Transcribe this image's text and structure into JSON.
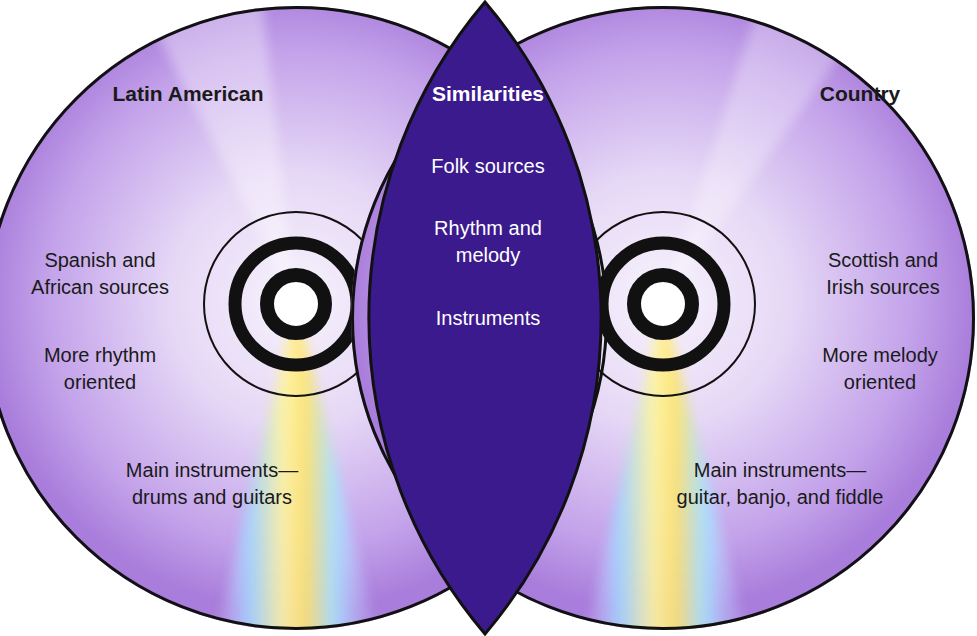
{
  "diagram": {
    "nodes": [
      {
        "text": [
          "Latin American",
          "Spanish and African sources",
          "More rhythm oriented",
          "Main instruments— drums and guitars"
        ]
      },
      {
        "text": [
          "Similarities",
          "Folk sources",
          "Rhythm and melody",
          "Instruments"
        ]
      },
      {
        "text": [
          "Country",
          "Scottish and Irish sources",
          "More melody oriented",
          "Main instruments— guitar, banjo, and fiddle"
        ]
      }
    ]
  }
}
